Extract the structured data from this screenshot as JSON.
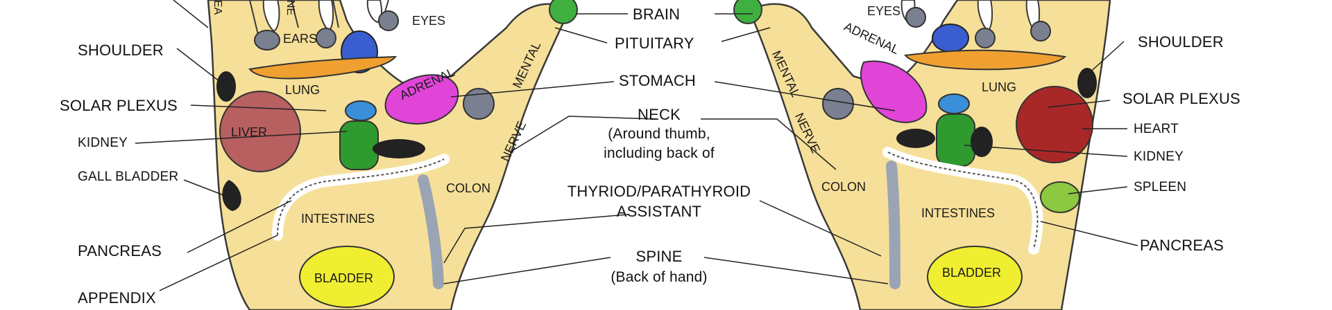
{
  "labels": {
    "left": {
      "shoulder": "SHOULDER",
      "solar_plexus": "SOLAR PLEXUS",
      "kidney": "KIDNEY",
      "gall_bladder": "GALL BLADDER",
      "pancreas": "PANCREAS",
      "appendix": "APPENDIX"
    },
    "center": {
      "brain": "BRAIN",
      "pituitary": "PITUITARY",
      "stomach": "STOMACH",
      "neck": "NECK",
      "neck_note_1": "(Around thumb,",
      "neck_note_2": "including back of",
      "thyroid": "THYRIOD/PARATHYROID",
      "assistant": "ASSISTANT",
      "spine": "SPINE",
      "spine_note": "(Back of hand)"
    },
    "right": {
      "shoulder": "SHOULDER",
      "solar_plexus": "SOLAR PLEXUS",
      "heart": "HEART",
      "kidney": "KIDNEY",
      "spleen": "SPLEEN",
      "pancreas": "PANCREAS"
    }
  },
  "hand_left": {
    "ears_a": "EA",
    "ears_b": "NE",
    "ears": "EARS",
    "eyes": "EYES",
    "lung": "LUNG",
    "adrenal": "ADRENAL",
    "mental": "MENTAL",
    "nerve": "NERVE",
    "liver": "LIVER",
    "colon": "COLON",
    "intestines": "INTESTINES",
    "bladder": "BLADDER"
  },
  "hand_right": {
    "eyes": "EYES",
    "adrenal": "ADRENAL",
    "lung": "LUNG",
    "mental": "MENTAL",
    "nerve": "NERVE",
    "colon": "COLON",
    "intestines": "INTESTINES",
    "bladder": "BLADDER"
  },
  "colors": {
    "skin": "#f6df98",
    "outline": "#3a3a3a",
    "brain": "#3fb040",
    "lung_orange": "#f0a030",
    "ears_blue": "#3a5ed0",
    "stomach_pink": "#e045d8",
    "liver_red": "#b86060",
    "heart_red": "#a82828",
    "kidney_green": "#2f9a2f",
    "adrenal_blue": "#3b8fd8",
    "spleen_green": "#8cc840",
    "bladder_yellow": "#f0ee30",
    "spine_grey": "#9aa4b4",
    "dark": "#2a2a2a"
  }
}
